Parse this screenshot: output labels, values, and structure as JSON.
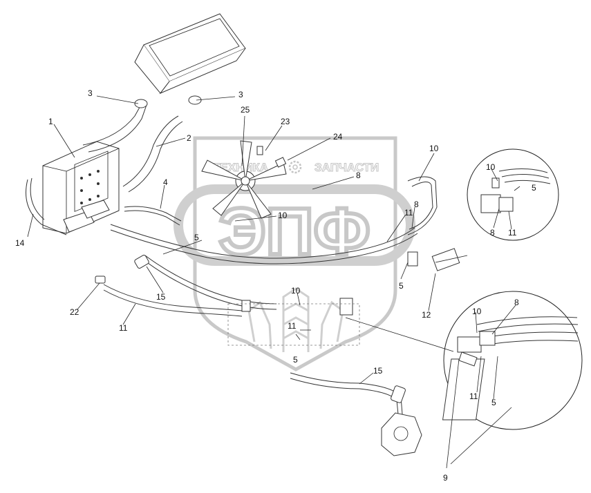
{
  "watermark": {
    "brand_top_left": "ТЕХНИКА",
    "brand_top_right": "ЗАПЧАСТИ",
    "brand_main": "ЭПФ"
  },
  "callouts": [
    {
      "id": "c1",
      "text": "1"
    },
    {
      "id": "c2",
      "text": "2"
    },
    {
      "id": "c3a",
      "text": "3"
    },
    {
      "id": "c3b",
      "text": "3"
    },
    {
      "id": "c4",
      "text": "4"
    },
    {
      "id": "c5a",
      "text": "5"
    },
    {
      "id": "c5b",
      "text": "5"
    },
    {
      "id": "c5c",
      "text": "5"
    },
    {
      "id": "c5d",
      "text": "5"
    },
    {
      "id": "c5e",
      "text": "5"
    },
    {
      "id": "c8a",
      "text": "8"
    },
    {
      "id": "c8b",
      "text": "8"
    },
    {
      "id": "c8c",
      "text": "8"
    },
    {
      "id": "c8d",
      "text": "8"
    },
    {
      "id": "c9",
      "text": "9"
    },
    {
      "id": "c10a",
      "text": "10"
    },
    {
      "id": "c10b",
      "text": "10"
    },
    {
      "id": "c10c",
      "text": "10"
    },
    {
      "id": "c10d",
      "text": "10"
    },
    {
      "id": "c10e",
      "text": "10"
    },
    {
      "id": "c11a",
      "text": "11"
    },
    {
      "id": "c11b",
      "text": "11"
    },
    {
      "id": "c11c",
      "text": "11"
    },
    {
      "id": "c11d",
      "text": "11"
    },
    {
      "id": "c11e",
      "text": "11"
    },
    {
      "id": "c12",
      "text": "12"
    },
    {
      "id": "c14",
      "text": "14"
    },
    {
      "id": "c15a",
      "text": "15"
    },
    {
      "id": "c15b",
      "text": "15"
    },
    {
      "id": "c22",
      "text": "22"
    },
    {
      "id": "c23",
      "text": "23"
    },
    {
      "id": "c24",
      "text": "24"
    },
    {
      "id": "c25",
      "text": "25"
    }
  ]
}
